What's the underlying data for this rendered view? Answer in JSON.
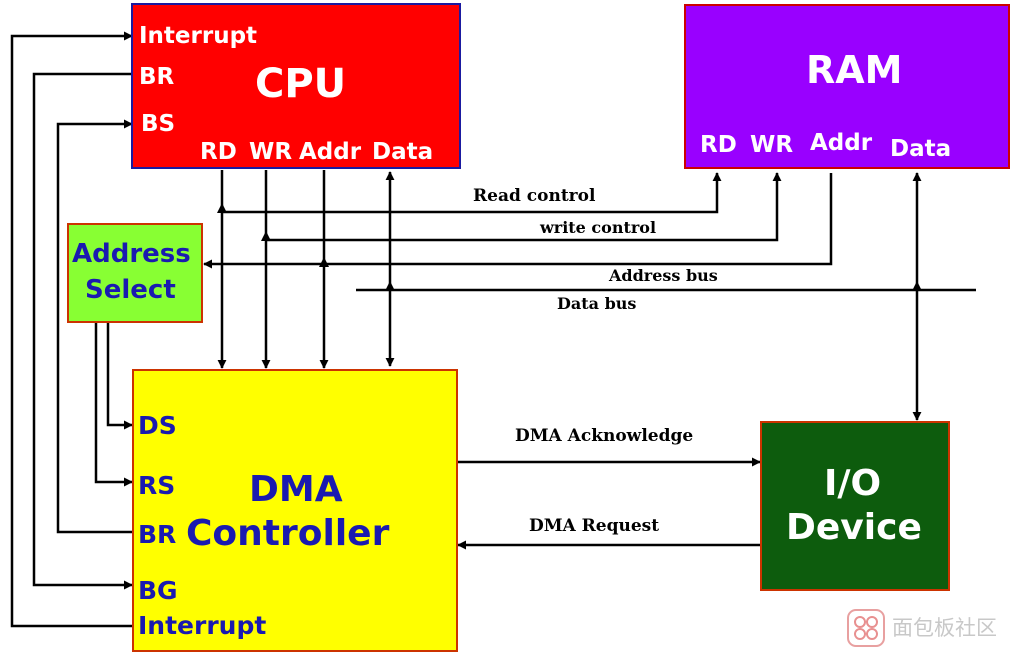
{
  "cpu": {
    "title": "CPU",
    "ports": {
      "interrupt": "Interrupt",
      "br": "BR",
      "bs": "BS",
      "rd": "RD",
      "wr": "WR",
      "addr": "Addr",
      "data": "Data"
    }
  },
  "ram": {
    "title": "RAM",
    "ports": {
      "rd": "RD",
      "wr": "WR",
      "addr": "Addr",
      "data": "Data"
    }
  },
  "address_select": {
    "line1": "Address",
    "line2": "Select"
  },
  "dma": {
    "title_line1": "DMA",
    "title_line2": "Controller",
    "ports": {
      "ds": "DS",
      "rs": "RS",
      "br": "BR",
      "bg": "BG",
      "interrupt": "Interrupt"
    }
  },
  "io": {
    "title_line1": "I/O",
    "title_line2": "Device"
  },
  "buses": {
    "read_control": "Read control",
    "write_control": "write control",
    "address_bus": "Address bus",
    "data_bus": "Data bus",
    "dma_ack": "DMA Acknowledge",
    "dma_request": "DMA Request"
  },
  "watermark": {
    "text": "面包板社区"
  },
  "colors": {
    "cpu": "#ff0000",
    "ram": "#9900ff",
    "address_select": "#88ff33",
    "dma": "#ffff00",
    "io": "#0d5c0d",
    "line": "#000000"
  }
}
